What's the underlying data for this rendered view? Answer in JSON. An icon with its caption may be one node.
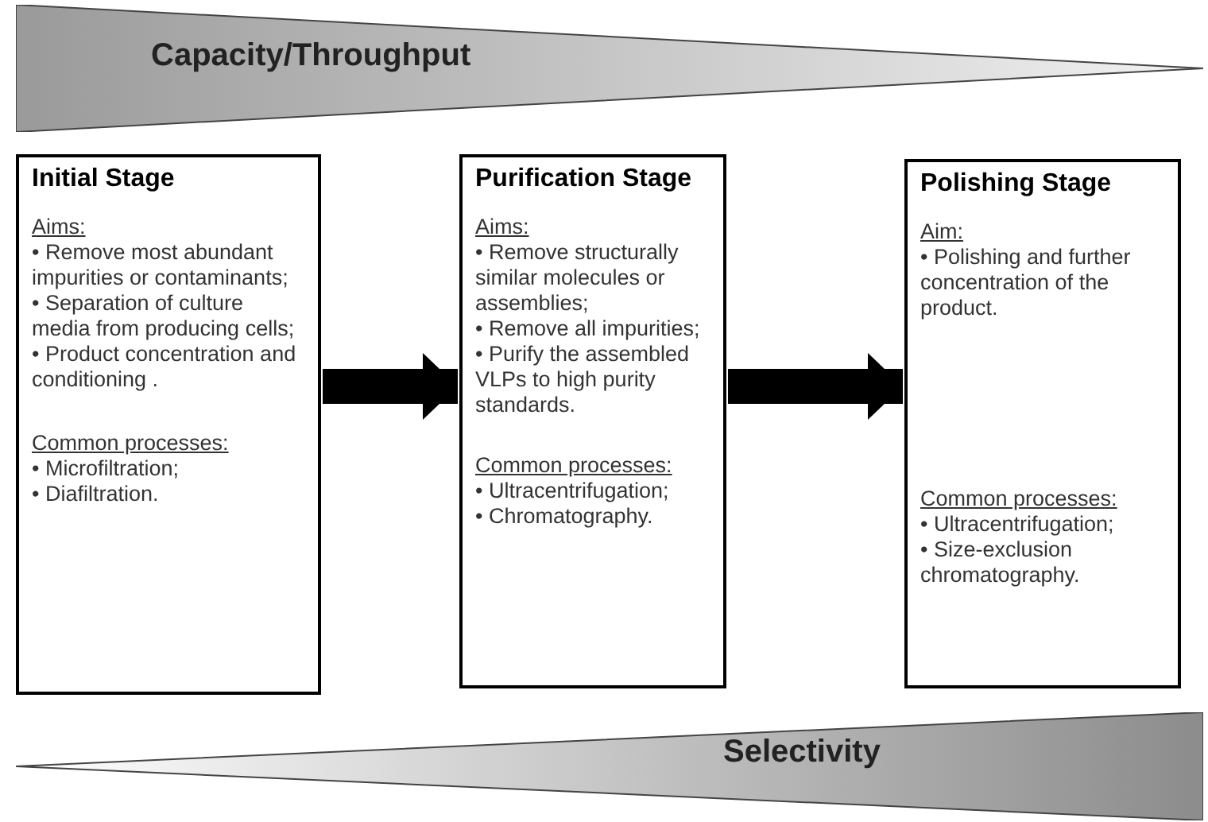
{
  "diagram": {
    "nodes": [
      {
        "text": [
          "Capacity/Throughput"
        ]
      },
      {
        "text": [
          "Initial Stage",
          "Aims:",
          "• Remove most abundant impurities or contaminants;",
          "• Separation of culture media from producing cells;",
          "• Product concentration and conditioning .",
          "Common processes:",
          "• Microfiltration;",
          "• Diafiltration."
        ]
      },
      {
        "text": [
          "Purification Stage",
          "Aims:",
          "• Remove structurally similar molecules or assemblies;",
          "• Remove all impurities;",
          "• Purify the assembled VLPs to high purity standards.",
          "Common processes:",
          "• Ultracentrifugation;",
          "• Chromatography."
        ]
      },
      {
        "text": [
          "Polishing Stage",
          "Aim:",
          "• Polishing and further concentration of  the product.",
          "Common processes:",
          "• Ultracentrifugation;",
          "• Size-exclusion chromatography."
        ]
      },
      {
        "text": [
          "Selectivity"
        ]
      }
    ],
    "edges": [
      {
        "from": 1,
        "to": 2,
        "arrow": "to"
      },
      {
        "from": 2,
        "to": 3,
        "arrow": "to"
      }
    ]
  }
}
